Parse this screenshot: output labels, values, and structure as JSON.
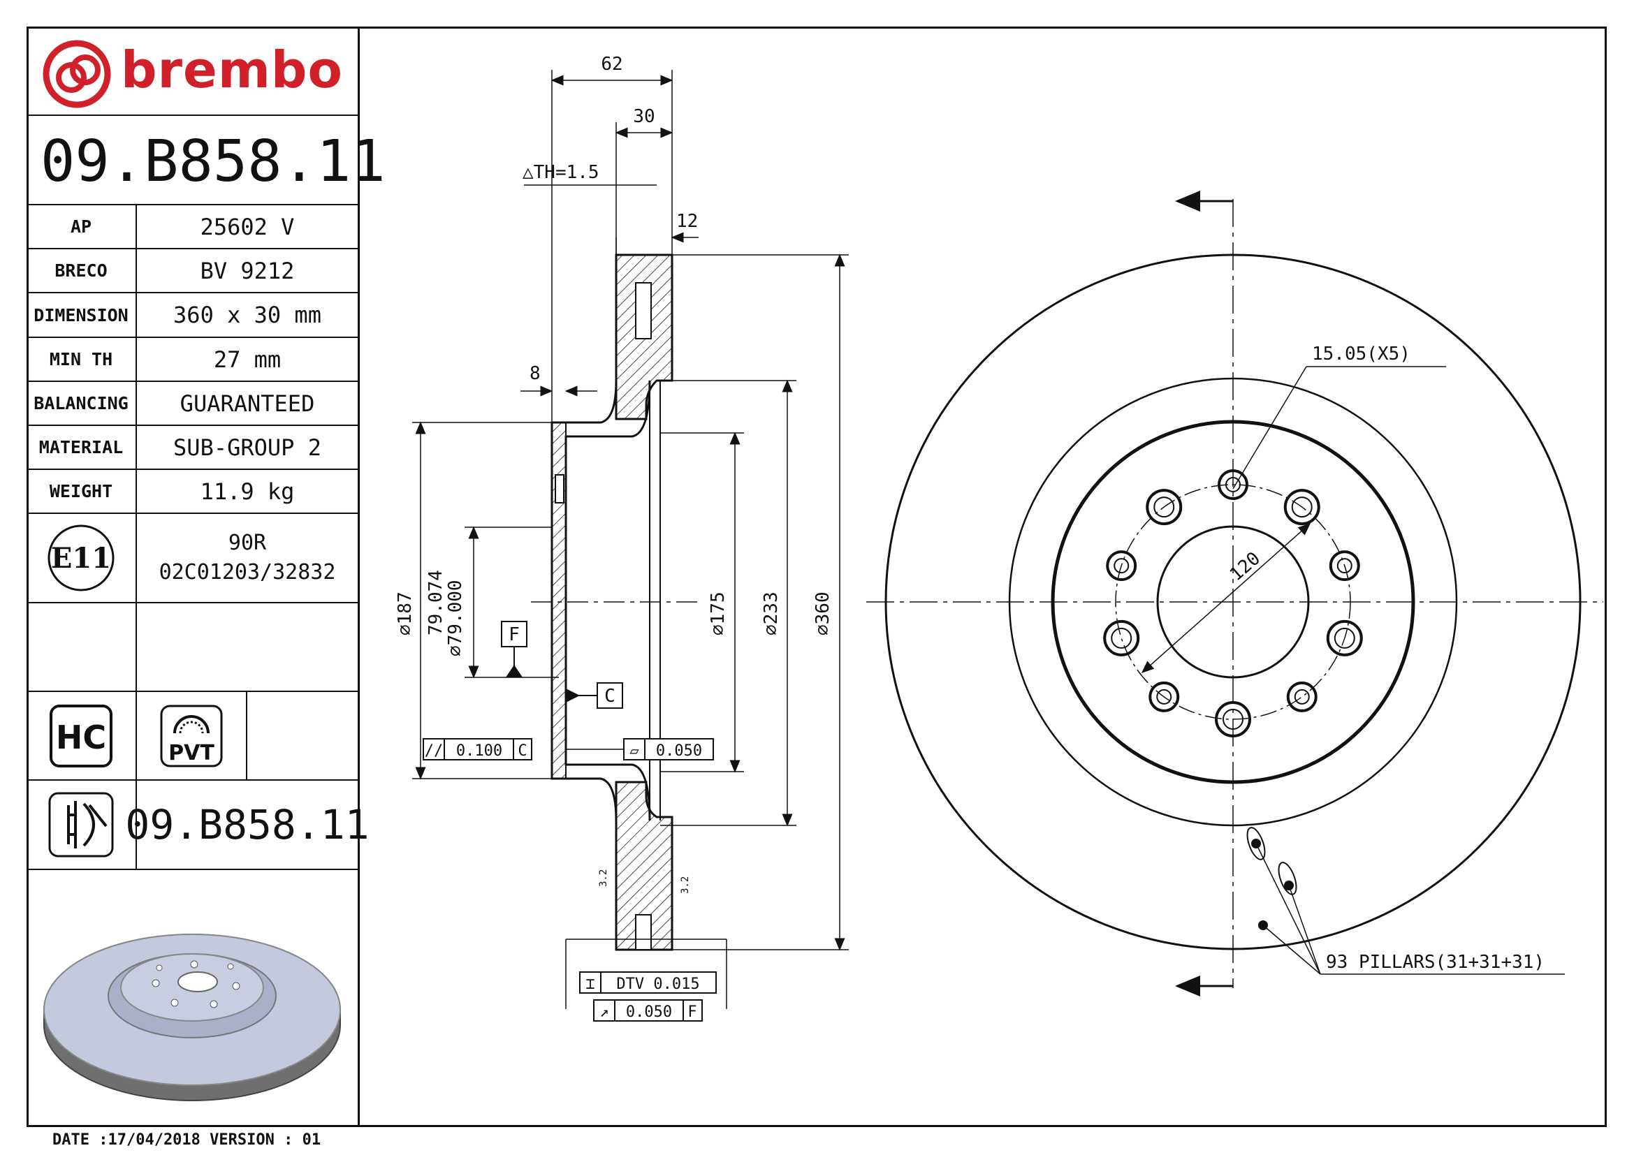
{
  "brand": {
    "name": "brembo",
    "color": "#d0202a"
  },
  "part_number": "09.B858.11",
  "specs": [
    {
      "key": "ap",
      "label": "AP",
      "value": "25602 V"
    },
    {
      "key": "breco",
      "label": "BRECO",
      "value": "BV 9212"
    },
    {
      "key": "dimension",
      "label": "DIMENSION",
      "value": "360 x 30 mm"
    },
    {
      "key": "min_th",
      "label": "MIN TH",
      "value": "27 mm"
    },
    {
      "key": "balancing",
      "label": "BALANCING",
      "value": "GUARANTEED"
    },
    {
      "key": "material",
      "label": "MATERIAL",
      "value": "SUB-GROUP 2"
    },
    {
      "key": "weight",
      "label": "WEIGHT",
      "value": "11.9 kg"
    }
  ],
  "certification": {
    "mark": "E11",
    "line1": "90R",
    "line2": "02C01203/32832"
  },
  "badges": {
    "hc": "HC",
    "pvt": "PVT"
  },
  "bottom_part_number": "09.B858.11",
  "footer": {
    "date_version": "DATE :17/04/2018 VERSION : 01"
  },
  "dimensions": {
    "d62": "62",
    "d30": "30",
    "th": "△TH=1.5",
    "d12": "12",
    "d8": "8",
    "d187": "⌀187",
    "d79_074": "79.074",
    "d79_000": "⌀79.000",
    "d175": "⌀175",
    "d233": "⌀233",
    "d360": "⌀360",
    "datum_f": "F",
    "datum_c": "C",
    "tol_parallel": "0.100",
    "tol_parallel_ref": "C",
    "tol_flat": "0.050",
    "dtv": "DTV 0.015",
    "runout": "0.050",
    "runout_ref": "F",
    "holes": "15.05(X5)",
    "pcd": "120",
    "pillars": "93 PILLARS(31+31+31)",
    "small_32a": "3.2",
    "small_32b": "3.2"
  }
}
